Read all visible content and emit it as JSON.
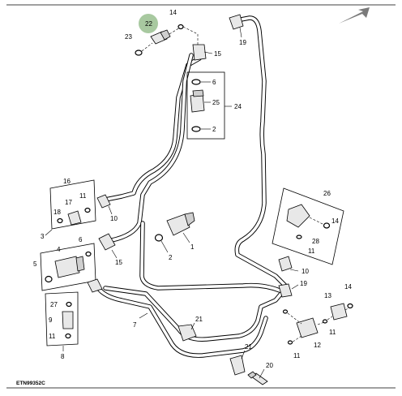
{
  "drawing_code": "ETN99352C",
  "highlight_color": "#a8c9a0",
  "icons": [
    "arrow-right-icon"
  ],
  "callouts": {
    "c22": "22",
    "c14a": "14",
    "c23": "23",
    "c15a": "15",
    "c19a": "19",
    "c6a": "6",
    "c25": "25",
    "c24": "24",
    "c2a": "2",
    "c16": "16",
    "c17": "17",
    "c11a": "11",
    "c18": "18",
    "c3": "3",
    "c4": "4",
    "c6b": "6",
    "c5": "5",
    "c10a": "10",
    "c15b": "15",
    "c1": "1",
    "c2b": "2",
    "c26": "26",
    "c14b": "14",
    "c28": "28",
    "c11b": "11",
    "c10b": "10",
    "c19b": "19",
    "c27": "27",
    "c9": "9",
    "c11c": "11",
    "c8": "8",
    "c7": "7",
    "c21a": "21",
    "c21b": "21",
    "c13": "13",
    "c14c": "14",
    "c11d": "11",
    "c12": "12",
    "c11e": "11",
    "c20": "20"
  }
}
